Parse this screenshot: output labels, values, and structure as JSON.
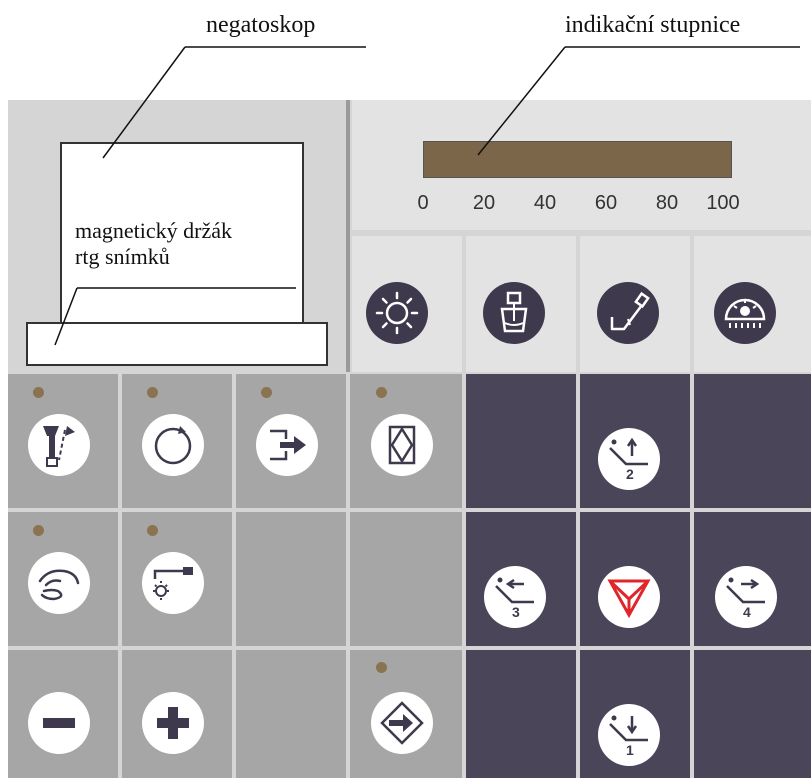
{
  "callouts": {
    "negatoskop": "negatoskop",
    "indicator_scale": "indikační stupnice",
    "magnetic_holder_line1": "magnetický držák",
    "magnetic_holder_line2": "rtg snímků"
  },
  "scale": {
    "ticks": [
      "0",
      "20",
      "40",
      "60",
      "80",
      "100"
    ],
    "bar_color": "#7b664a"
  },
  "buttons": {
    "top_row": [
      "operating-light-icon",
      "cup-filler-icon",
      "spittoon-rinse-icon",
      "negatoscope-light-icon"
    ],
    "grid": [
      [
        "instrument-icon",
        "circle-icon",
        "arrow-right-icon",
        "hexagon-icon"
      ],
      [
        "hand-icon",
        "instrument-light-icon"
      ],
      [
        "minus-icon",
        "plus-icon",
        "enter-icon"
      ]
    ],
    "chair_positions": [
      "2",
      "3",
      "4",
      "1"
    ]
  },
  "colors": {
    "panel": "#d5d5d5",
    "light_cell": "#a6a6a6",
    "dark_cell": "#4a4558",
    "led": "#8a7350",
    "stop_red": "#e0262a"
  }
}
